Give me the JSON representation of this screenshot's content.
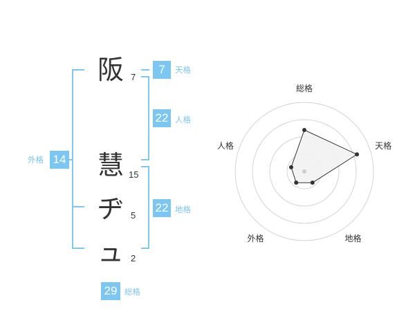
{
  "name_chars": [
    {
      "char": "阪",
      "strokes": "7"
    },
    {
      "char": "慧",
      "strokes": "15"
    },
    {
      "char": "ヂ",
      "strokes": "5"
    },
    {
      "char": "ュ",
      "strokes": "2"
    }
  ],
  "kaku": {
    "tenkaku": {
      "label": "天格",
      "value": "7"
    },
    "jinkaku": {
      "label": "人格",
      "value": "22"
    },
    "chikaku": {
      "label": "地格",
      "value": "22"
    },
    "gaikaku": {
      "label": "外格",
      "value": "14"
    },
    "soukaku": {
      "label": "総格",
      "value": "29"
    }
  },
  "accent_color": "#7cc6f2",
  "chart_data": {
    "type": "radar",
    "axes": [
      "総格",
      "天格",
      "地格",
      "外格",
      "人格"
    ],
    "values": [
      3,
      4,
      1,
      1,
      1
    ],
    "max": 5,
    "rings": 4
  }
}
